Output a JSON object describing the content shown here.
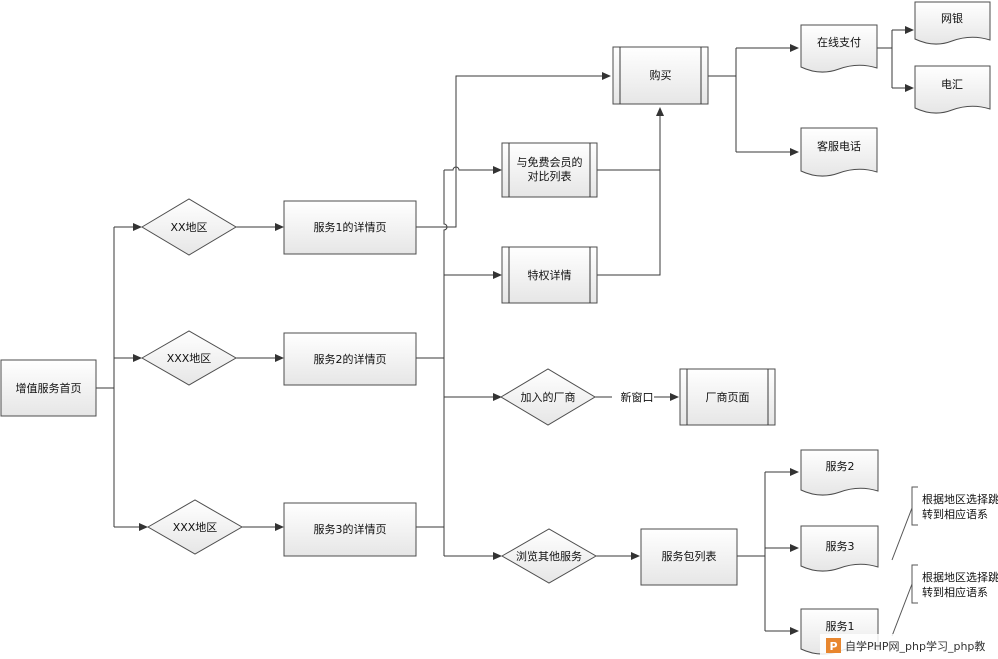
{
  "nodes": {
    "home": "增值服务首页",
    "region1": "XX地区",
    "region2": "XXX地区",
    "region3": "XXX地区",
    "detail1": "服务1的详情页",
    "detail2": "服务2的详情页",
    "detail3": "服务3的详情页",
    "buy": "购买",
    "compare_line1": "与免费会员的",
    "compare_line2": "对比列表",
    "privilege": "特权详情",
    "joined_vendor": "加入的厂商",
    "vendor_page": "厂商页面",
    "browse_other": "浏览其他服务",
    "package_list": "服务包列表",
    "online_pay": "在线支付",
    "customer_phone": "客服电话",
    "netbank": "网银",
    "wire": "电汇",
    "svc2": "服务2",
    "svc3": "服务3",
    "svc1": "服务1"
  },
  "edge_labels": {
    "new_window": "新窗口"
  },
  "annotations": {
    "note1_line1": "根据地区选择跳",
    "note1_line2": "转到相应语系",
    "note2_line1": "根据地区选择跳",
    "note2_line2": "转到相应语系"
  },
  "watermark": {
    "logo_letter": "P",
    "text": "自学PHP网_php学习_php教"
  }
}
